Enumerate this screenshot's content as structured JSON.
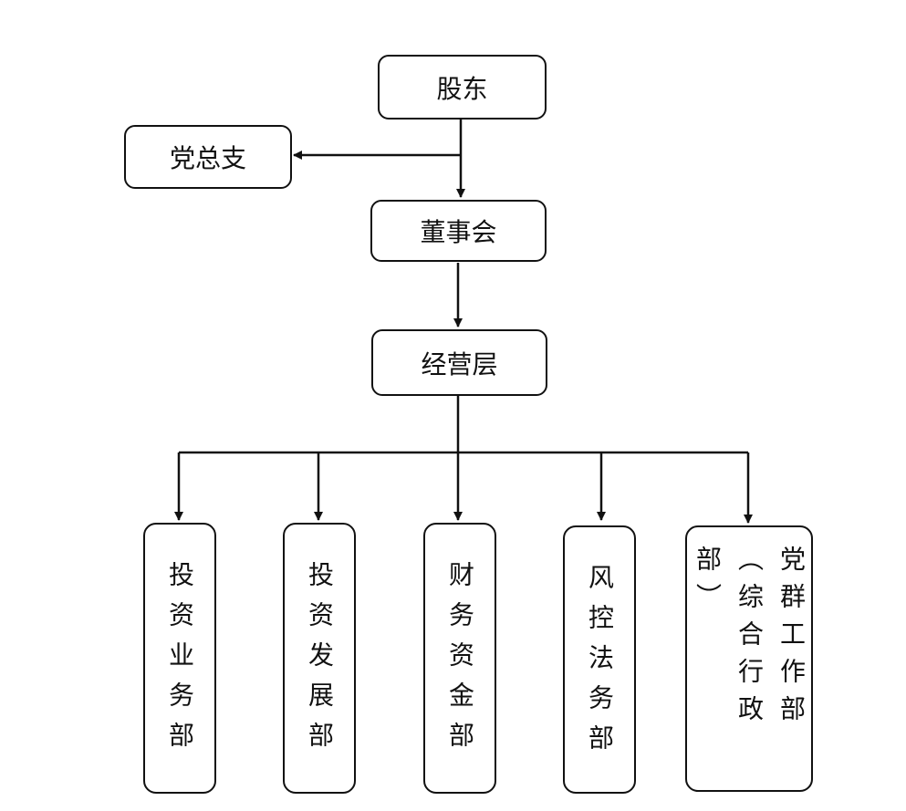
{
  "nodes": {
    "shareholders": "股东",
    "party_branch": "党总支",
    "board": "董事会",
    "management": "经营层"
  },
  "departments": [
    "投资业务部",
    "投资发展部",
    "财务资金部",
    "风控法务部",
    "党群工作部（综合行政部）"
  ]
}
